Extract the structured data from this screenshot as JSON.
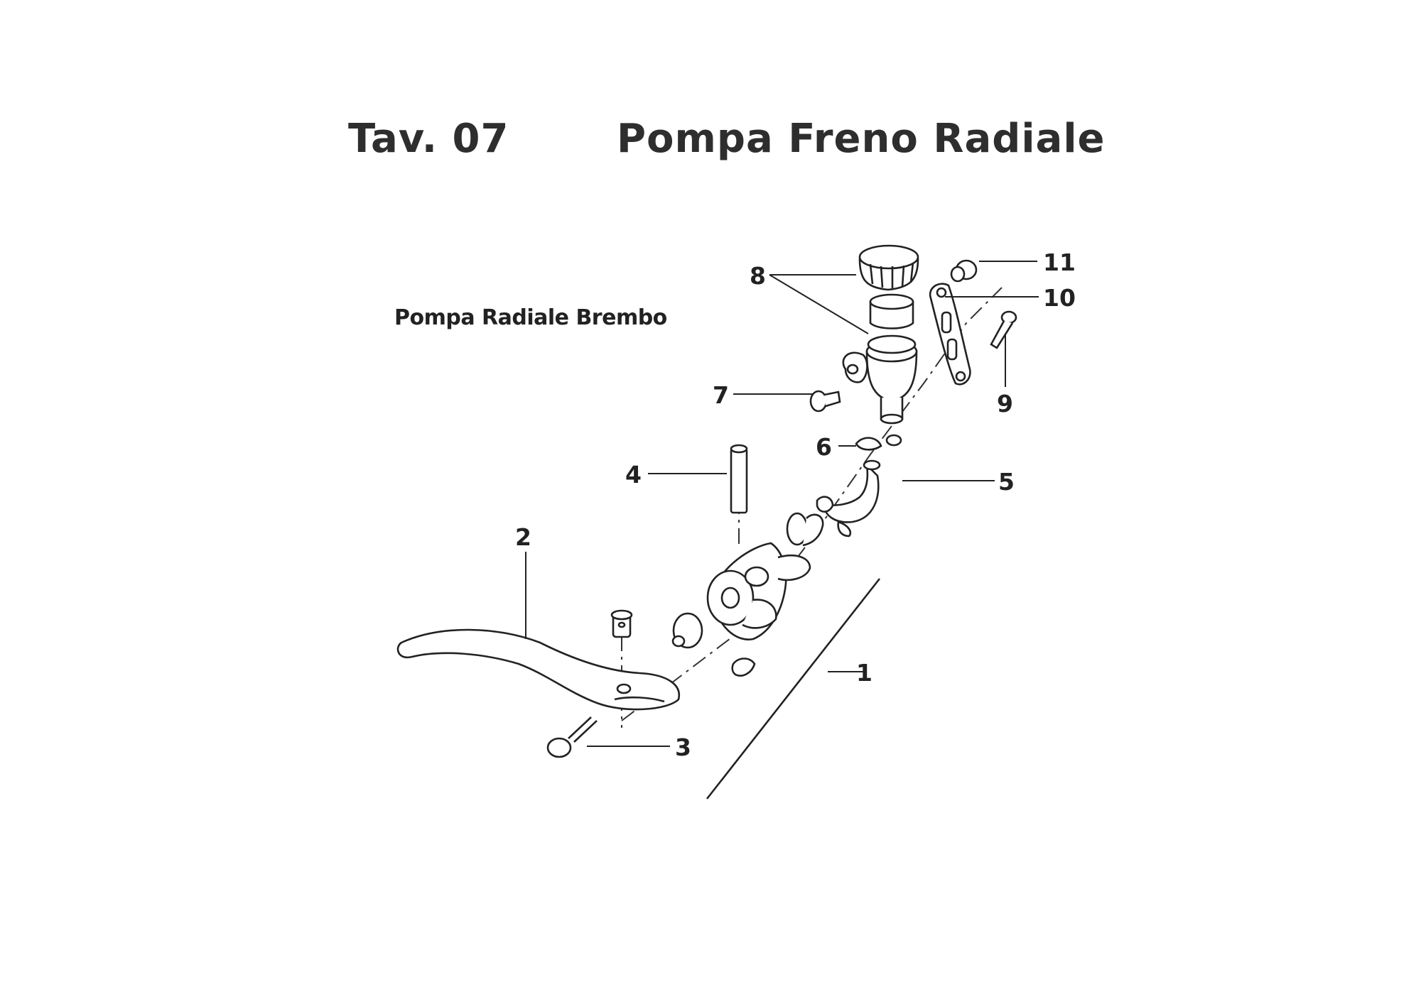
{
  "header": {
    "code": "Tav. 07",
    "title": "Pompa Freno Radiale"
  },
  "subtitle": "Pompa Radiale Brembo",
  "callouts": [
    "1",
    "2",
    "3",
    "4",
    "5",
    "6",
    "7",
    "8",
    "9",
    "10",
    "11"
  ]
}
